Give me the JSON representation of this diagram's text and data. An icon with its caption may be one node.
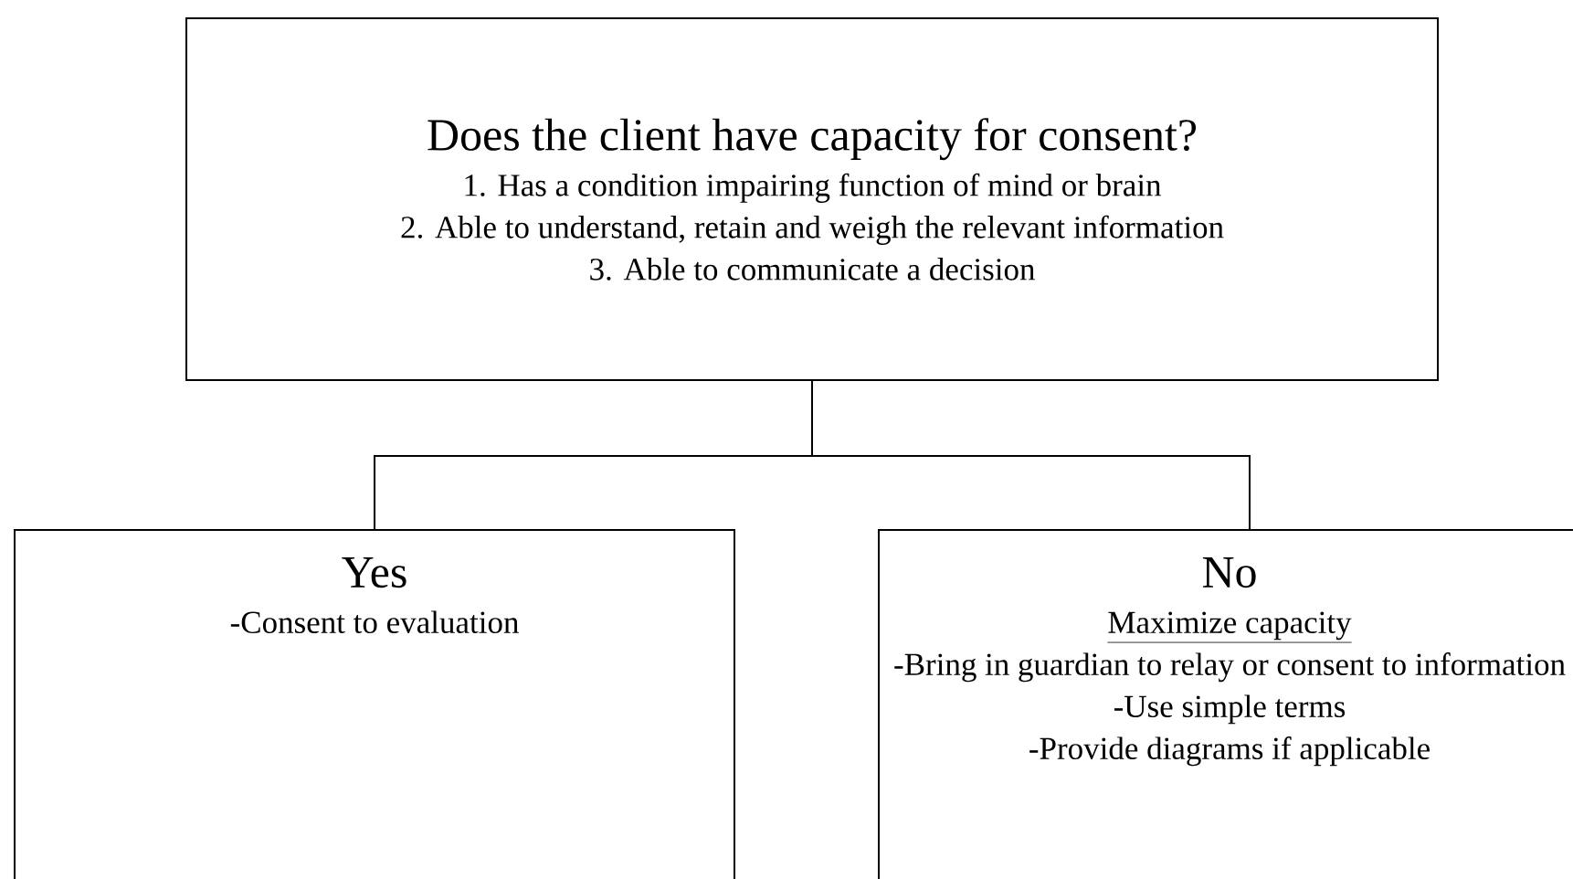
{
  "diagram": {
    "nodes": [
      {
        "text": [
          "Does the client have capacity for consent?",
          "1. Has a condition impairing function of mind or brain",
          "2. Able to understand, retain and weigh the relevant information",
          "3. Able to communicate a decision"
        ]
      },
      {
        "text": [
          "Yes",
          "-Consent to evaluation"
        ]
      },
      {
        "text": [
          "No",
          "Maximize capacity",
          "-Bring in guardian to relay or consent to information",
          "-Use simple terms",
          "-Provide diagrams if applicable"
        ]
      }
    ],
    "edges": [
      {
        "from": 0,
        "to": 1,
        "arrow": "none"
      },
      {
        "from": 0,
        "to": 2,
        "arrow": "none"
      }
    ]
  }
}
